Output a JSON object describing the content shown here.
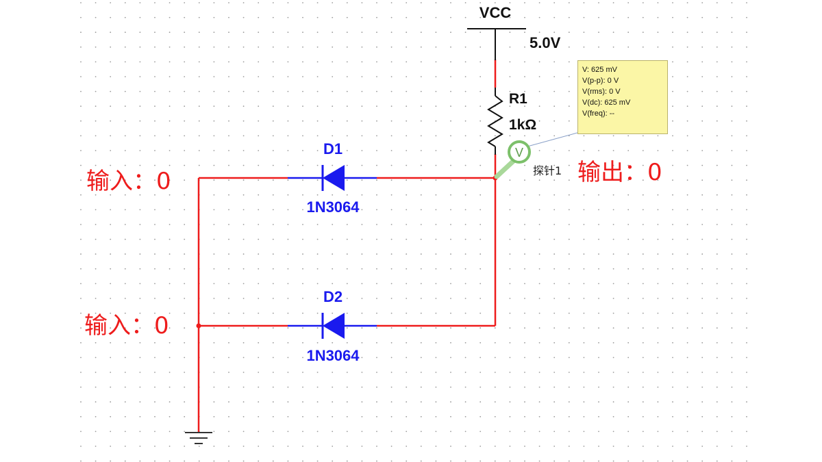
{
  "schematic": {
    "vcc": {
      "name": "VCC",
      "voltage": "5.0V"
    },
    "r1": {
      "name": "R1",
      "value": "1kΩ"
    },
    "d1": {
      "name": "D1",
      "model": "1N3064"
    },
    "d2": {
      "name": "D2",
      "model": "1N3064"
    },
    "probe": {
      "symbol": "V",
      "name": "探针1"
    },
    "labels": {
      "input_top": "输入：0",
      "input_bottom": "输入：0",
      "output": "输出：0"
    }
  },
  "probe_tooltip": {
    "lines": [
      "V: 625 mV",
      "V(p-p): 0 V",
      "V(rms): 0 V",
      "V(dc): 625 mV",
      "V(freq): --"
    ]
  },
  "colors": {
    "wire": "#ee1c1c",
    "component": "#1a1aee",
    "probe": "#7cc06a",
    "grid": "#9a9a9a",
    "ground": "#333333"
  }
}
